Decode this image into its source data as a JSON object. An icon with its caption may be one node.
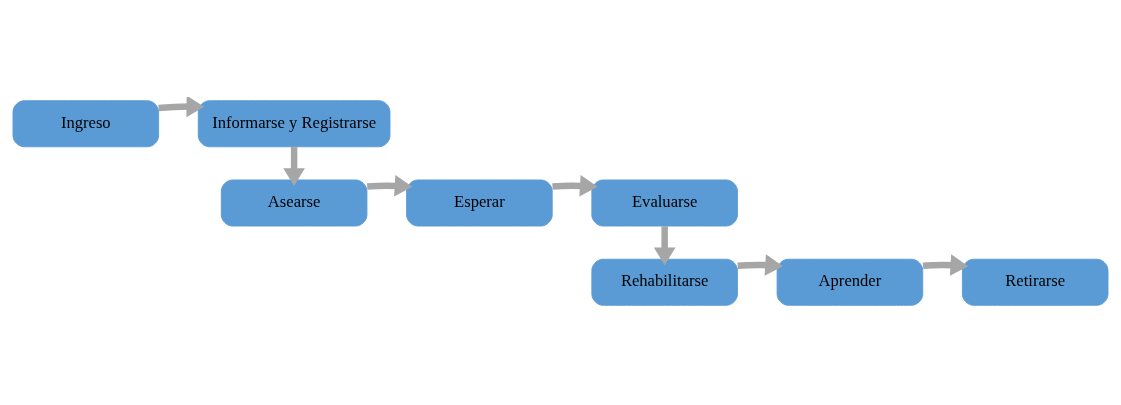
{
  "diagram": {
    "nodes": [
      {
        "text": [
          "Ingreso"
        ]
      },
      {
        "text": [
          "Informarse y Registrarse"
        ]
      },
      {
        "text": [
          "Asearse"
        ]
      },
      {
        "text": [
          "Esperar"
        ]
      },
      {
        "text": [
          "Evaluarse"
        ]
      },
      {
        "text": [
          "Rehabilitarse"
        ]
      },
      {
        "text": [
          "Aprender"
        ]
      },
      {
        "text": [
          "Retirarse"
        ]
      }
    ],
    "edges": [
      {
        "from": 0,
        "to": 1,
        "arrow": "to"
      },
      {
        "from": 1,
        "to": 2,
        "arrow": "to"
      },
      {
        "from": 2,
        "to": 3,
        "arrow": "to"
      },
      {
        "from": 3,
        "to": 4,
        "arrow": "to"
      },
      {
        "from": 4,
        "to": 5,
        "arrow": "to"
      },
      {
        "from": 5,
        "to": 6,
        "arrow": "to"
      },
      {
        "from": 6,
        "to": 7,
        "arrow": "to"
      }
    ]
  }
}
